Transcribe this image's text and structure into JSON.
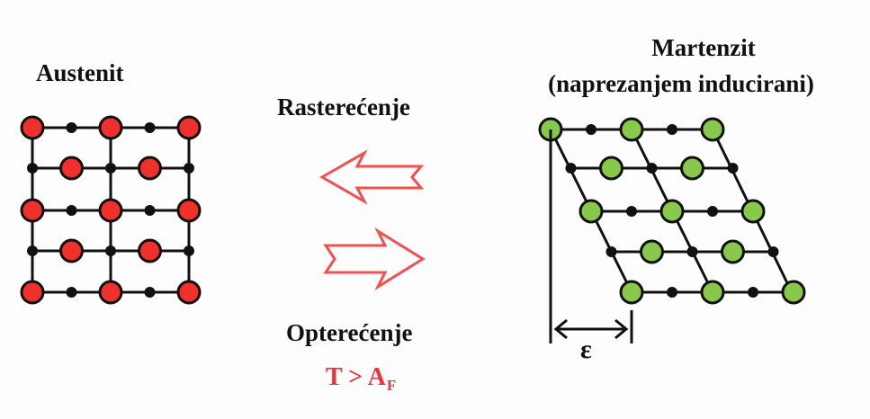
{
  "austenite": {
    "title": "Austenit",
    "atom_color": "#f0302a"
  },
  "martensite": {
    "title": "Martenzit",
    "subtitle": "(naprezanjem inducirani)",
    "atom_color": "#88c84a"
  },
  "transitions": {
    "unloading": "Rasterećenje",
    "loading": "Opterećenje",
    "arrow_color": "#f25050"
  },
  "condition": {
    "text": "T > A",
    "subscript": "F"
  },
  "strain": {
    "symbol": "ε"
  }
}
